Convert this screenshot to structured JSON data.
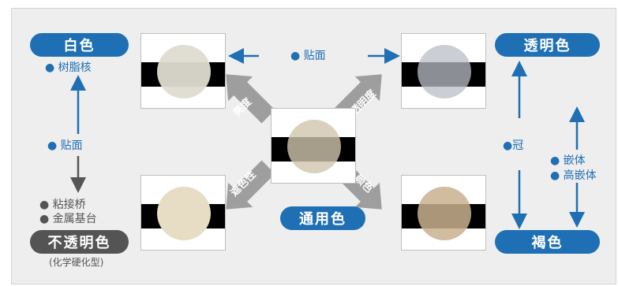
{
  "labels": {
    "white": "白色",
    "transparent": "透明色",
    "opaque": "不透明色",
    "opaque_sub": "(化学硬化型)",
    "universal": "通用色",
    "brown": "褐色"
  },
  "notes": {
    "resin_core": "● 树脂核",
    "veneer_left": "●  贴面",
    "veneer_top": "● 贴面",
    "post_bridge": "●  粘接桥",
    "metal_base": "● 金属基台",
    "crown": "●冠",
    "inlay": "● 嵌体",
    "high_inlay": "● 高嵌体"
  },
  "arrows": {
    "brightness": "亮度",
    "translucency": "透明度",
    "opacity": "遮色性",
    "color": "颜色"
  },
  "colors": {
    "accent_blue": "#1f6fb4",
    "opaque_gray": "#545454",
    "arrow_gray": "#9e9e9e",
    "disc_white": "#dedbd0",
    "disc_transparent": "#8a9099",
    "disc_universal": "#cfc6ad",
    "disc_opaque": "#e7dcc4",
    "disc_brown": "#c9b08f"
  }
}
